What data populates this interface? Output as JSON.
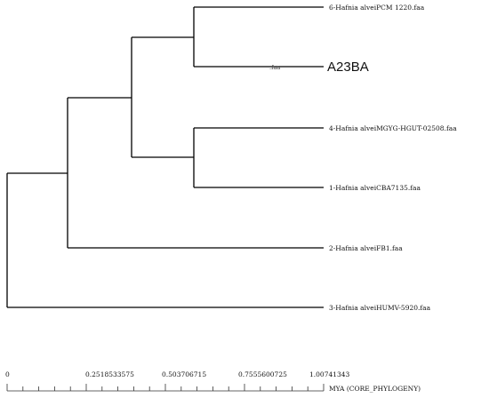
{
  "tree": {
    "leaves": [
      {
        "id": "leaf1",
        "label": "6-Hafnia alveiPCM 1220.faa"
      },
      {
        "id": "leaf2",
        "label": "A23BA",
        "sublabel": ".faa"
      },
      {
        "id": "leaf3",
        "label": "4-Hafnia alveiMGYG-HGUT-02508.faa"
      },
      {
        "id": "leaf4",
        "label": "1-Hafnia alveiCBA7135.faa"
      },
      {
        "id": "leaf5",
        "label": "2-Hafnia alveiFB1.faa"
      },
      {
        "id": "leaf6",
        "label": "3-Hafnia alveiHUMV-5920.faa"
      }
    ]
  },
  "scale": {
    "ticks": [
      "0",
      "0.2518533575",
      "0.503706715",
      "0.7555600725",
      "1.00741343"
    ],
    "title": "MYA (CORE_PHYLOGENY)"
  }
}
